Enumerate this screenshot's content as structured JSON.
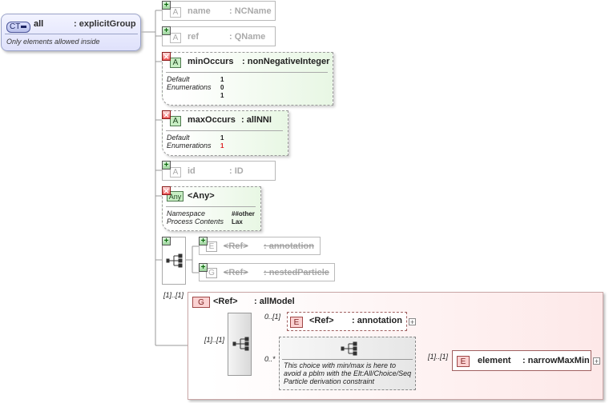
{
  "root": {
    "badge": "CT",
    "name": "all",
    "type": ": explicitGroup",
    "note": "Only elements allowed inside"
  },
  "attributes": {
    "name": {
      "label": "name",
      "type": ": NCName",
      "badge": "A"
    },
    "ref": {
      "label": "ref",
      "type": ": QName",
      "badge": "A"
    },
    "minOccurs": {
      "label": "minOccurs",
      "type": ": nonNegativeInteger",
      "badge": "A",
      "props": {
        "default_key": "Default",
        "default_val": "1",
        "enum_key": "Enumerations",
        "enum_vals": [
          "0",
          "1"
        ]
      }
    },
    "maxOccurs": {
      "label": "maxOccurs",
      "type": ": allNNI",
      "badge": "A",
      "props": {
        "default_key": "Default",
        "default_val": "1",
        "enum_key": "Enumerations",
        "enum_vals": [
          "1"
        ]
      }
    },
    "id": {
      "label": "id",
      "type": ": ID",
      "badge": "A"
    },
    "any": {
      "badge": "Any",
      "label": "<Any>",
      "props": {
        "ns_key": "Namespace",
        "ns_val": "##other",
        "pc_key": "Process Contents",
        "pc_val": "Lax"
      }
    }
  },
  "sequence": {
    "refs": [
      {
        "badge": "E",
        "ref": "<Ref>",
        "name": ": annotation"
      },
      {
        "badge": "G",
        "ref": "<Ref>",
        "name": ": nestedParticle"
      }
    ]
  },
  "group": {
    "cardinality": "[1]..[1]",
    "badge": "G",
    "ref": "<Ref>",
    "name": ": allModel",
    "seq_cardinality": "[1]..[1]",
    "annotation": {
      "card": "0..[1]",
      "badge": "E",
      "ref": "<Ref>",
      "name": ": annotation"
    },
    "choice": {
      "card": "0..*",
      "note": [
        "This choice with min/max is here to",
        "avoid a pblm with the Elt:All/Choice/Seq",
        "Particle derivation constraint"
      ]
    },
    "element": {
      "card": "[1]..[1]",
      "badge": "E",
      "label": "element",
      "type": ": narrowMaxMin"
    }
  },
  "icons": {
    "plus": "+",
    "remove": "✕",
    "expand": "+"
  },
  "colors": {
    "complex_type": "#dfe1fb",
    "attribute_required": "#c8eec4",
    "group": "#fde8e8",
    "element_badge": "#fbd2d2"
  }
}
